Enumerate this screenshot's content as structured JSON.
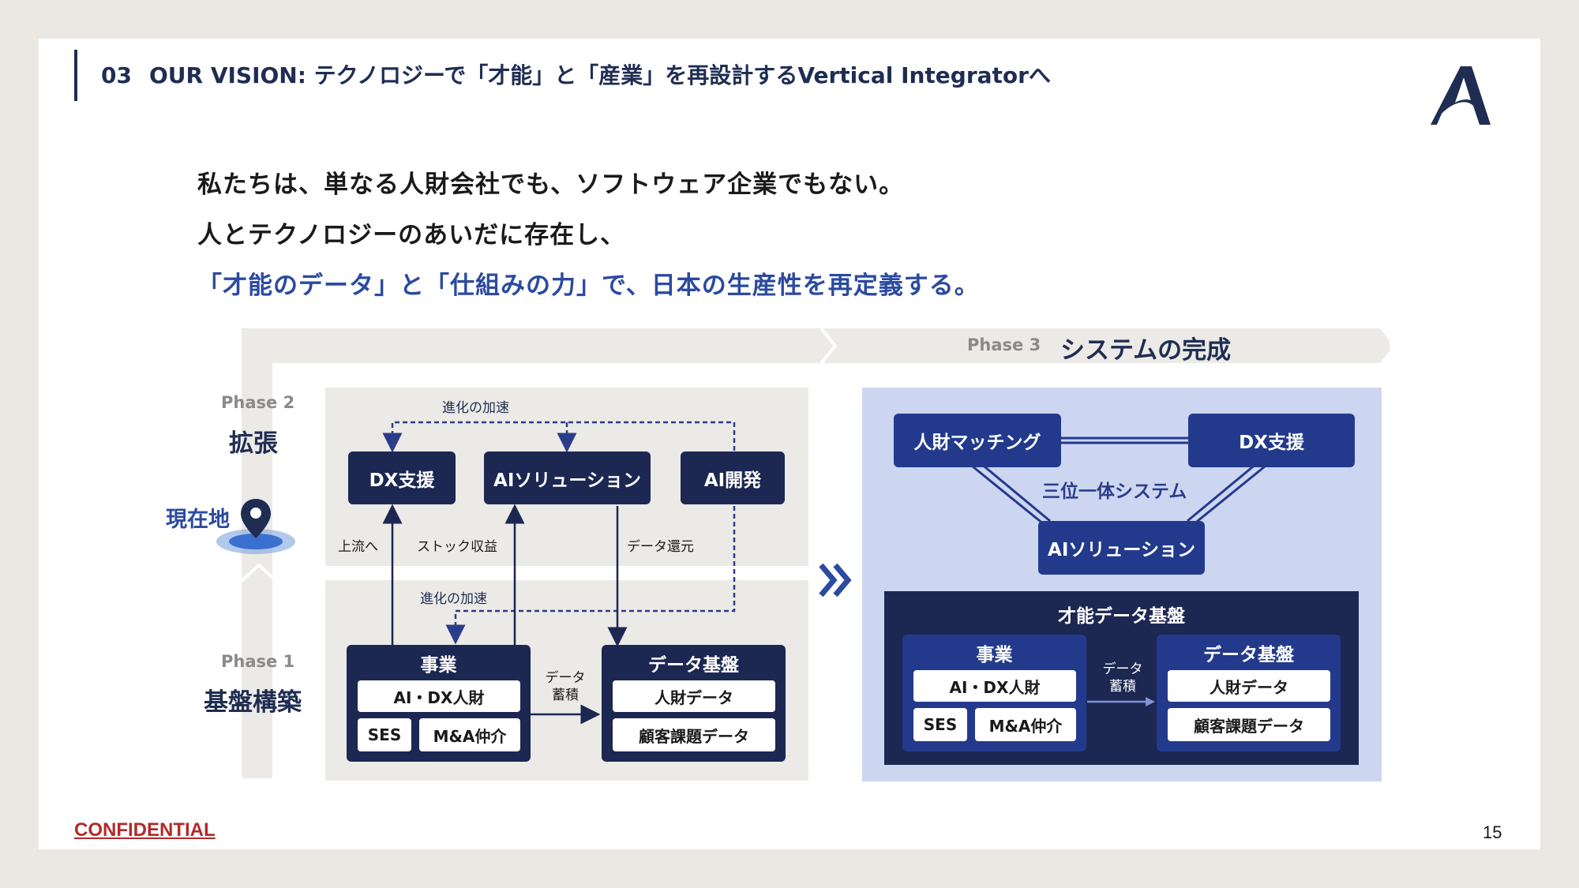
{
  "header": {
    "number": "03",
    "title": "OUR VISION: テクノロジーで「才能」と「産業」を再設計するVertical Integratorへ"
  },
  "lead": {
    "line1": "私たちは、単なる人財会社でも、ソフトウェア企業でもない。",
    "line2": "人とテクノロジーのあいだに存在し、",
    "line3": "「才能のデータ」と「仕組みの力」で、日本の生産性を再定義する。"
  },
  "phase3": {
    "label": "Phase 3",
    "title": "システムの完成"
  },
  "phase2": {
    "label": "Phase 2",
    "title": "拡張"
  },
  "phase1": {
    "label": "Phase 1",
    "title": "基盤構築"
  },
  "current_location": "現在地",
  "left_diagram": {
    "accel_top": "進化の加速",
    "accel_mid": "進化の加速",
    "boxes": {
      "dx": "DX支援",
      "ai_solution": "AIソリューション",
      "ai_dev": "AI開発"
    },
    "arrows": {
      "upstream": "上流へ",
      "stock": "ストック収益",
      "data_return": "データ還元",
      "data_accumulate": "データ\n蓄積"
    },
    "business": {
      "title": "事業",
      "items": [
        "AI・DX人財",
        "SES",
        "M&A仲介"
      ]
    },
    "data_platform": {
      "title": "データ基盤",
      "items": [
        "人財データ",
        "顧客課題データ"
      ]
    }
  },
  "right_diagram": {
    "matching": "人財マッチング",
    "dx": "DX支援",
    "ai_solution": "AIソリューション",
    "trinity": "三位一体システム",
    "talent_platform": "才能データ基盤",
    "business": {
      "title": "事業",
      "items": [
        "AI・DX人財",
        "SES",
        "M&A仲介"
      ]
    },
    "data_platform": {
      "title": "データ基盤",
      "items": [
        "人財データ",
        "顧客課題データ"
      ]
    },
    "data_accumulate": "データ\n蓄積"
  },
  "footer": {
    "confidential": "CONFIDENTIAL",
    "page": "15"
  },
  "colors": {
    "navy": "#1c2752",
    "blue": "#233a8c",
    "accent_text": "#2b4aa0",
    "light_panel": "#ebeae6",
    "phase3_panel": "#cdd6f1",
    "confidential": "#b22a2a"
  }
}
